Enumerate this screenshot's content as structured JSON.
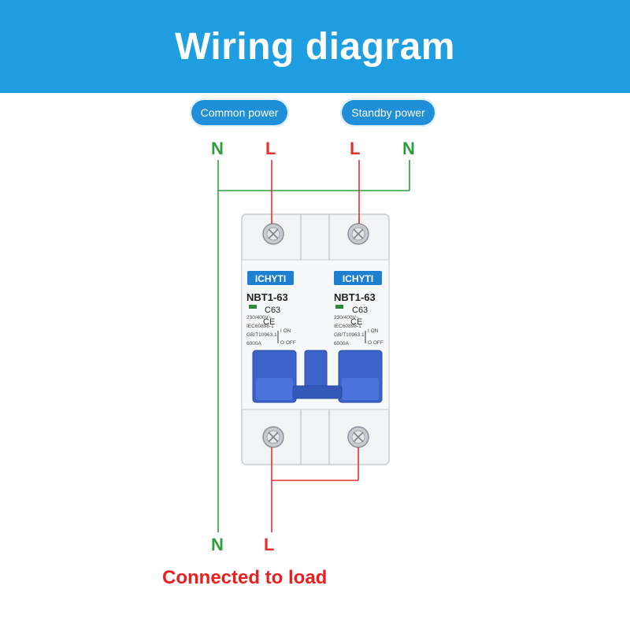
{
  "title": "Wiring diagram",
  "sources": [
    {
      "label": "Common power"
    },
    {
      "label": "Standby power"
    }
  ],
  "top_terminals": [
    {
      "label": "N",
      "color": "#2e9e3a"
    },
    {
      "label": "L",
      "color": "#e53030"
    },
    {
      "label": "L",
      "color": "#e53030"
    },
    {
      "label": "N",
      "color": "#2e9e3a"
    }
  ],
  "bottom_terminals": [
    {
      "label": "N",
      "color": "#2e9e3a"
    },
    {
      "label": "L",
      "color": "#e53030"
    }
  ],
  "output_label": "Connected to load",
  "breaker": {
    "brand": "ICHYTI",
    "model": "NBT1-63",
    "rating": "C63",
    "mark": "CE",
    "spec_lines": [
      "230/400V~",
      "IEC60898-1",
      "GB/T10963.1",
      "6000A"
    ],
    "on_label": "I ON",
    "off_label": "O OFF"
  },
  "colors": {
    "banner": "#1e9de0",
    "pill": "#1f8fd8",
    "neutral": "#2e9e3a",
    "live": "#e53030",
    "handle": "#3b63c9"
  }
}
